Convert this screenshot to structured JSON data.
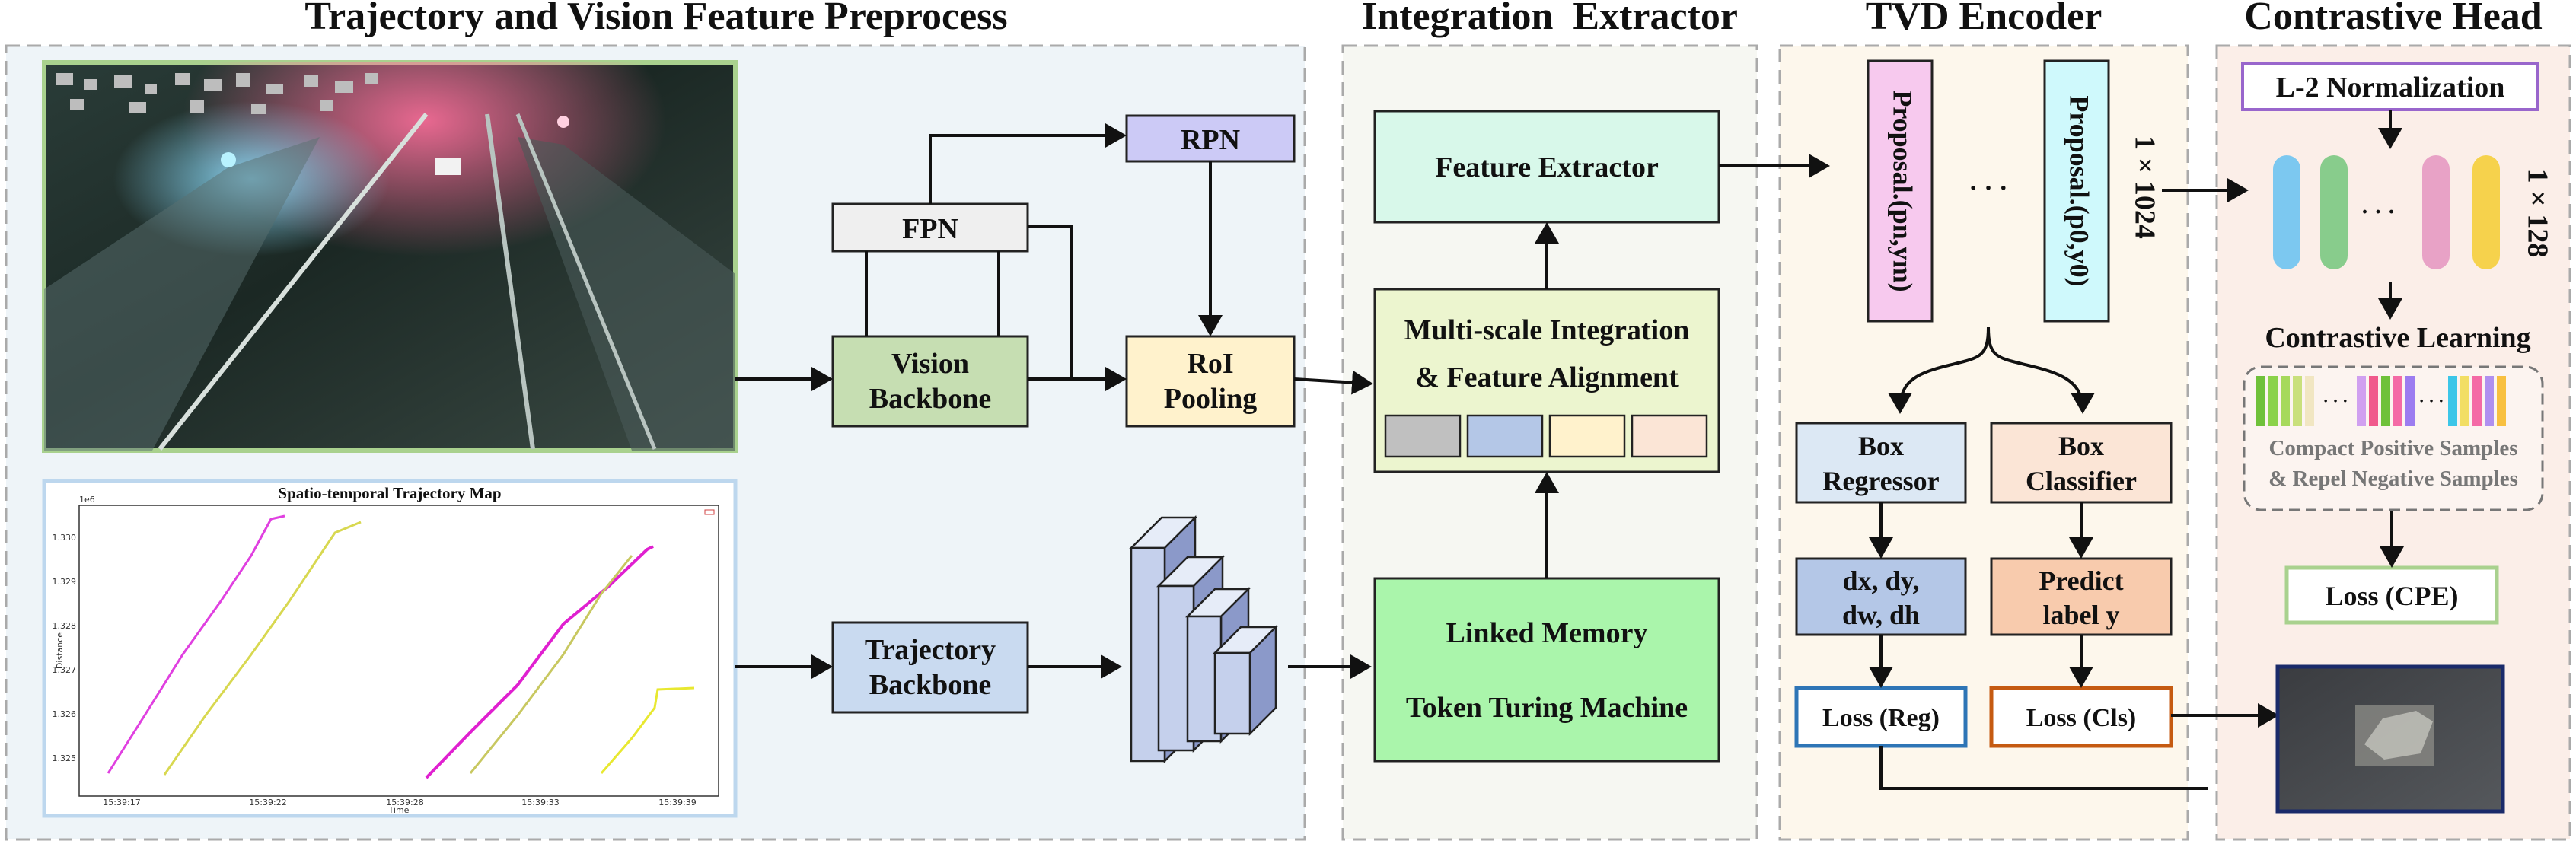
{
  "sections": {
    "preprocess_title": "Trajectory and Vision Feature Preprocess",
    "integration_title": "Integration  Extractor",
    "encoder_title": "TVD Encoder",
    "head_title": "Contrastive Head"
  },
  "preprocess": {
    "traj_map_title": "Spatio-temporal Trajectory Map",
    "traj_map_exponent": "1e6",
    "traj_map_ylabel": "Distance",
    "traj_map_xlabel": "Time",
    "traj_map_yticks": [
      "1.330",
      "1.329",
      "1.328",
      "1.327",
      "1.326",
      "1.325"
    ],
    "traj_map_xticks": [
      "15:39:17",
      "15:39:22",
      "15:39:28",
      "15:39:33",
      "15:39:39"
    ],
    "fpn": "FPN",
    "rpn": "RPN",
    "vision_backbone_1": "Vision",
    "vision_backbone_2": "Backbone",
    "roi_1": "RoI",
    "roi_2": "Pooling",
    "trajectory_backbone_1": "Trajectory",
    "trajectory_backbone_2": "Backbone"
  },
  "integration": {
    "feature_extractor": "Feature Extractor",
    "multiscale_1": "Multi-scale Integration",
    "multiscale_2": "& Feature Alignment",
    "linked_memory": "Linked Memory",
    "token_turing": "Token Turing Machine"
  },
  "encoder": {
    "proposal_n": "Proposal.(pn,ym)",
    "proposal_0": "Proposal.(p0,y0)",
    "ellipsis": "· · ·",
    "dim_1024": "1 × 1024",
    "box_regressor_1": "Box",
    "box_regressor_2": "Regressor",
    "box_classifier_1": "Box",
    "box_classifier_2": "Classifier",
    "deltas_1": "dx, dy,",
    "deltas_2": "dw, dh",
    "predict_1": "Predict",
    "predict_2": "label y",
    "loss_reg": "Loss (Reg)",
    "loss_cls": "Loss (Cls)"
  },
  "head": {
    "l2_norm": "L-2 Normalization",
    "ellipsis": "· · ·",
    "dim_128": "1 × 128",
    "contrastive_learning": "Contrastive Learning",
    "compact_1": "Compact Positive Samples",
    "compact_2": "& Repel Negative Samples",
    "loss_cpe": "Loss (CPE)"
  },
  "colors": {
    "preprocess_bg": "#eef4f8",
    "integration_bg": "#f6f7f2",
    "encoder_bg": "#fdf7ec",
    "head_bg": "#fbeee8",
    "vision_backbone": "#c6deb2",
    "rpn": "#cccaf6",
    "roi": "#fff2cc",
    "trajectory_backbone": "#c9daf0",
    "feature_extractor": "#d8f8ea",
    "multiscale": "#ecf5cf",
    "linked_memory": "#aaf5ab",
    "proposal_n": "#f7c9ee",
    "proposal_0": "#cff9fc",
    "box_regressor": "#dce8f4",
    "box_classifier": "#fbe5d6",
    "deltas": "#b4c7e7",
    "predict": "#f8cbad",
    "loss_reg_border": "#2e75b6",
    "loss_cls_border": "#c55a11",
    "l2_border": "#9966cc",
    "cpe_border": "#a9d18e"
  }
}
